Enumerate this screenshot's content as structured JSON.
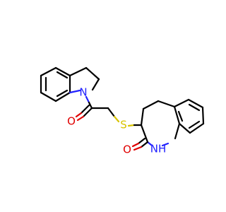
{
  "molecule": {
    "atoms": {
      "n_indoline": "N",
      "o_ketone": "O",
      "s_thioether": "S",
      "o_lactam": "O",
      "nh_lactam": "NH"
    },
    "colors": {
      "bond": "#000000",
      "nitrogen": "#2020ff",
      "oxygen": "#e00000",
      "sulfur": "#d8c400"
    }
  }
}
